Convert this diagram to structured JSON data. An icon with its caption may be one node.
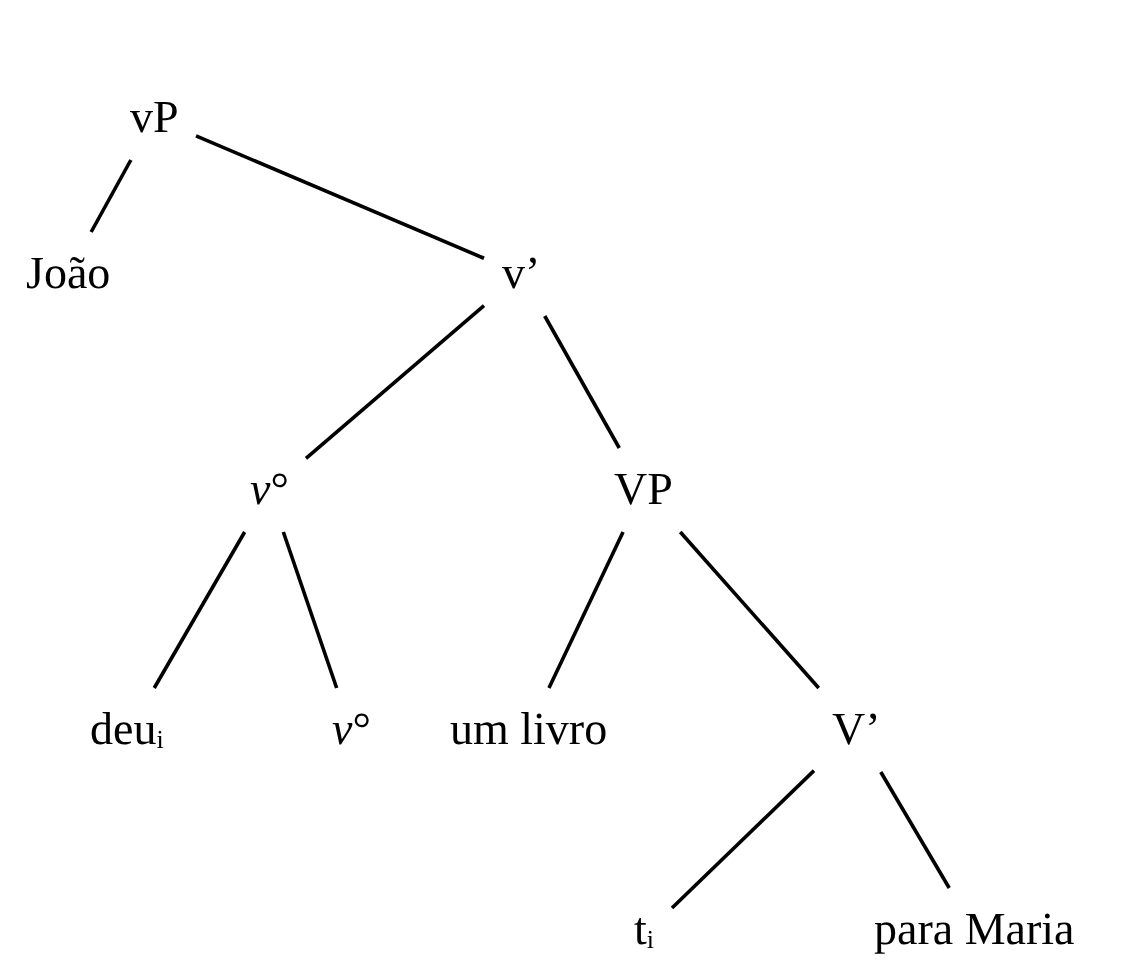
{
  "diagram": {
    "nodes": [
      {
        "text": [
          "vP"
        ]
      },
      {
        "text": [
          "João"
        ]
      },
      {
        "text": [
          "v’"
        ]
      },
      {
        "text": [
          "*v*°"
        ]
      },
      {
        "text": [
          "deu$_{i}$"
        ]
      },
      {
        "text": [
          "*v*°"
        ]
      },
      {
        "text": [
          "VP"
        ]
      },
      {
        "text": [
          "um livro"
        ]
      },
      {
        "text": [
          "V’"
        ]
      },
      {
        "text": [
          "t$_{i}$"
        ]
      },
      {
        "text": [
          "para Maria"
        ]
      }
    ],
    "edges": [
      {
        "from": 0,
        "to": 1,
        "arrow": "none"
      },
      {
        "from": 0,
        "to": 2,
        "arrow": "none"
      },
      {
        "from": 2,
        "to": 3,
        "arrow": "none"
      },
      {
        "from": 2,
        "to": 6,
        "arrow": "none"
      },
      {
        "from": 3,
        "to": 4,
        "arrow": "none"
      },
      {
        "from": 3,
        "to": 5,
        "arrow": "none"
      },
      {
        "from": 6,
        "to": 7,
        "arrow": "none"
      },
      {
        "from": 6,
        "to": 8,
        "arrow": "none"
      },
      {
        "from": 8,
        "to": 9,
        "arrow": "none"
      },
      {
        "from": 8,
        "to": 10,
        "arrow": "none"
      }
    ]
  }
}
